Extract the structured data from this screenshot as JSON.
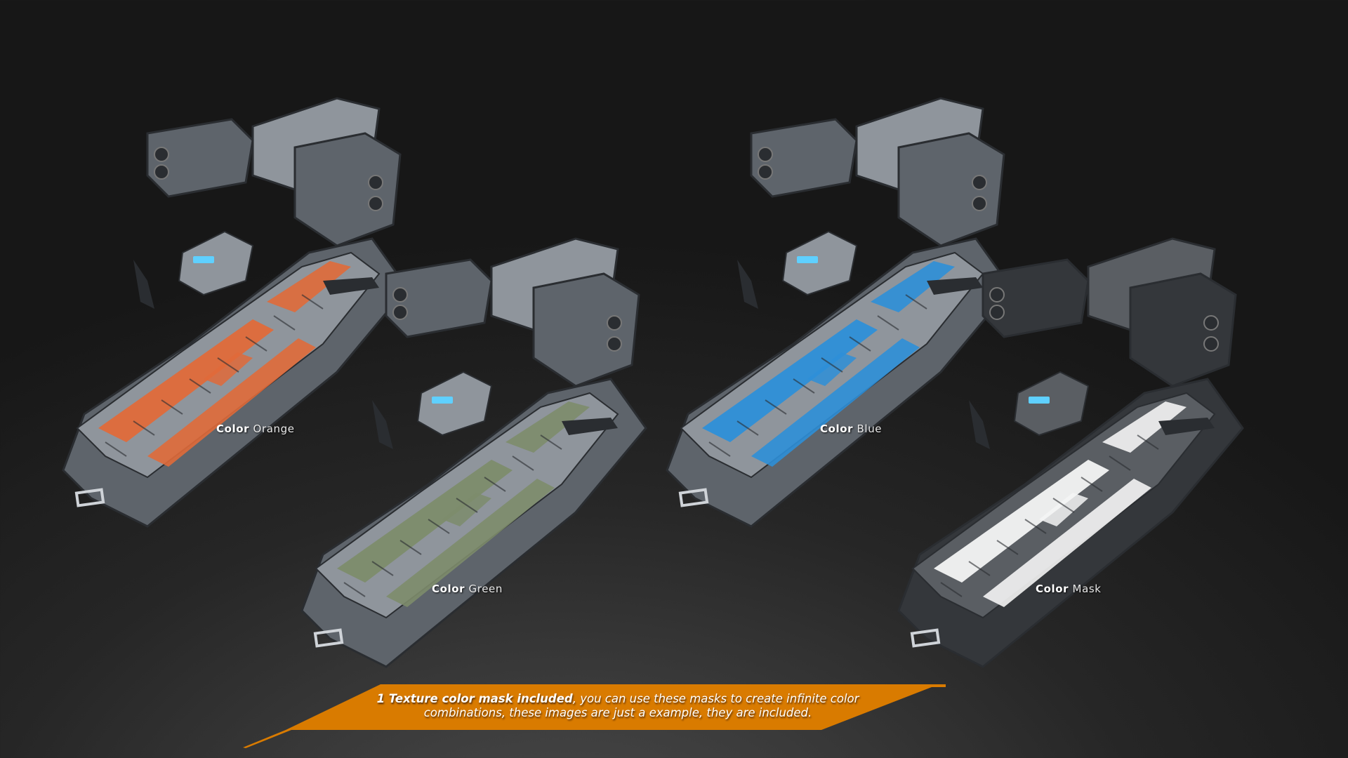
{
  "variants": [
    {
      "key": "orange",
      "label_strong": "Color",
      "label_rest": "Orange",
      "accent": "#e06a3a"
    },
    {
      "key": "green",
      "label_strong": "Color",
      "label_rest": "Green",
      "accent": "#7d8c6c"
    },
    {
      "key": "blue",
      "label_strong": "Color",
      "label_rest": "Blue",
      "accent": "#2e8fd8"
    },
    {
      "key": "mask",
      "label_strong": "Color",
      "label_rest": "Mask",
      "accent": "#f4f4f4"
    }
  ],
  "banner": {
    "bold_text": "1 Texture color mask included",
    "text_line1_rest": ", you can use these masks to create infinite color",
    "text_line2": "combinations, these images are just a example, they are included.",
    "color": "#d97b00"
  },
  "colors": {
    "hull_light": "#8f959c",
    "hull_mid": "#5e646b",
    "hull_dark": "#2a2d31",
    "glow": "#5fd0ff"
  }
}
